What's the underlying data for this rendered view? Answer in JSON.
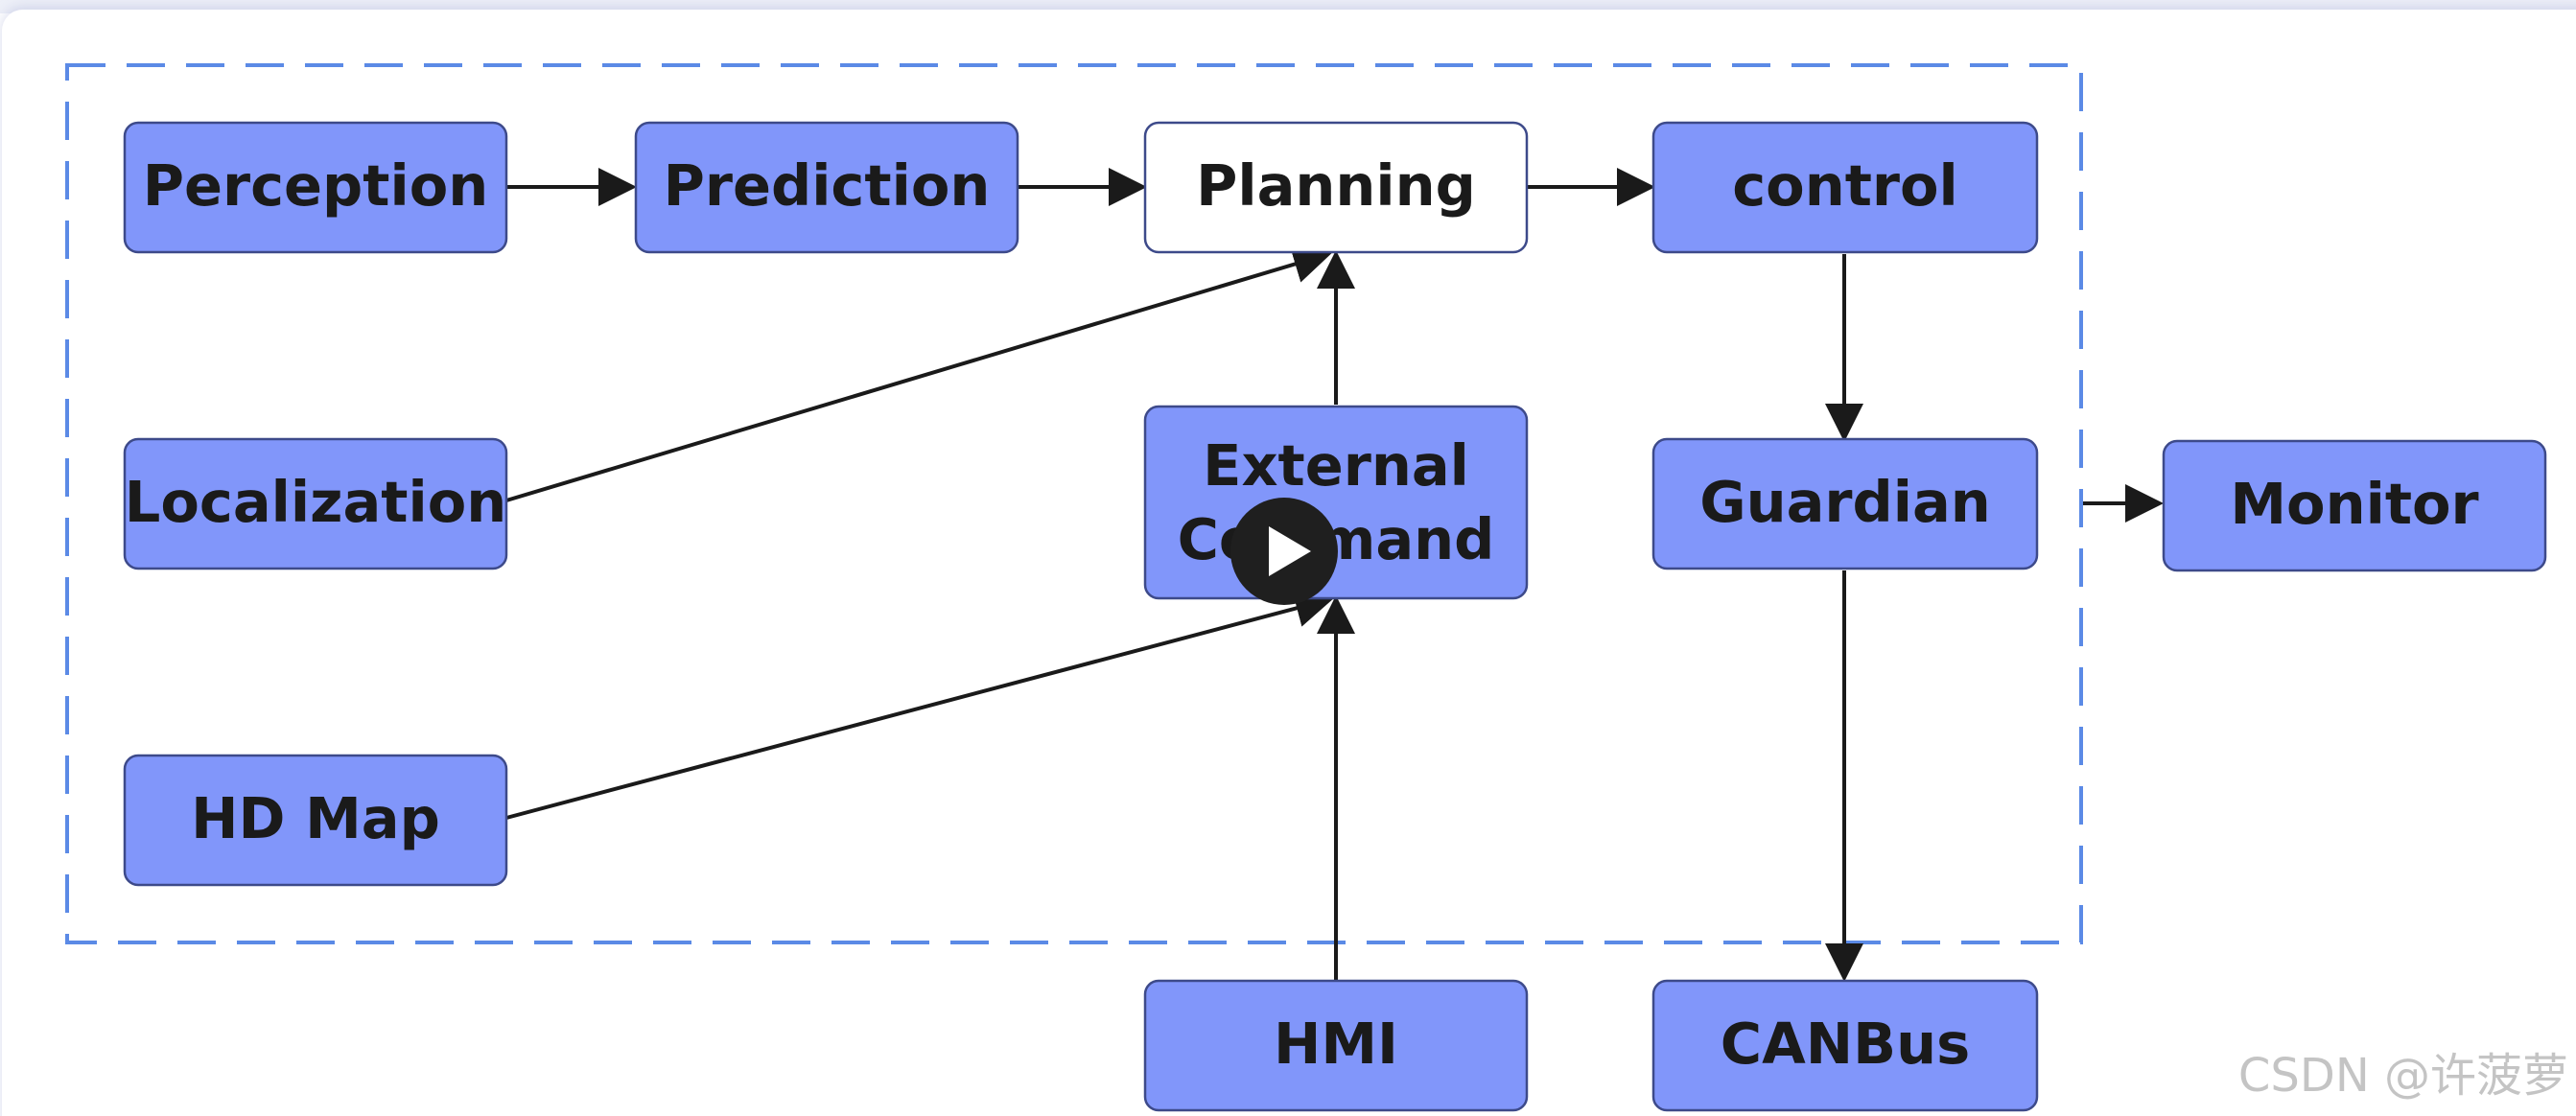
{
  "colors": {
    "node_fill": "#8196fa",
    "node_fill_highlight": "#ffffff",
    "node_border": "#3d4a8a",
    "edge": "#1a1a1a",
    "container_border": "#5b8ae6"
  },
  "nodes": {
    "perception": "Perception",
    "prediction": "Prediction",
    "planning": "Planning",
    "control": "control",
    "localization": "Localization",
    "external_command_line1": "External",
    "external_command_line2": "Command",
    "guardian": "Guardian",
    "monitor": "Monitor",
    "hd_map": "HD Map",
    "hmi": "HMI",
    "canbus": "CANBus"
  },
  "edges": [
    {
      "from": "Perception",
      "to": "Prediction"
    },
    {
      "from": "Prediction",
      "to": "Planning"
    },
    {
      "from": "Planning",
      "to": "control"
    },
    {
      "from": "control",
      "to": "Guardian"
    },
    {
      "from": "Guardian",
      "to": "CANBus"
    },
    {
      "from": "Localization",
      "to": "Planning"
    },
    {
      "from": "External Command",
      "to": "Planning"
    },
    {
      "from": "HD Map",
      "to": "External Command"
    },
    {
      "from": "HMI",
      "to": "External Command"
    },
    {
      "from": "container",
      "to": "Monitor"
    }
  ],
  "overlay": {
    "icon": "play-icon"
  },
  "watermark": "CSDN @许菠萝"
}
